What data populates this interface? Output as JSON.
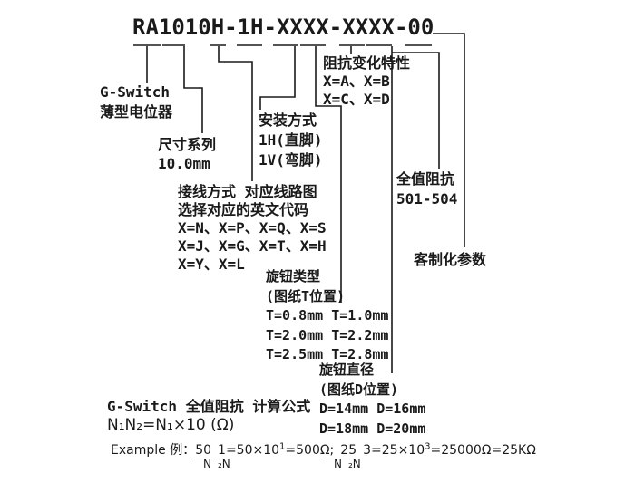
{
  "part_number": {
    "text": "RA1010H-1H-XXXX-XXXX-00"
  },
  "blocks": {
    "series": {
      "lines": [
        "G-Switch",
        "薄型电位器"
      ]
    },
    "size": {
      "lines": [
        "尺寸系列",
        "10.0mm"
      ]
    },
    "mounting": {
      "lines": [
        "安装方式",
        "1H(直脚)",
        "1V(弯脚)"
      ]
    },
    "impedance_characteristic": {
      "lines": [
        "阻抗变化特性",
        "X=A、X=B",
        "X=C、X=D"
      ]
    },
    "total_resistance": {
      "lines": [
        "全值阻抗",
        "501-504"
      ]
    },
    "customization": {
      "lines": [
        "客制化参数"
      ]
    },
    "wiring": {
      "lines": [
        "接线方式 对应线路图",
        "选择对应的英文代码",
        "X=N、X=P、X=Q、X=S",
        "X=J、X=G、X=T、X=H",
        "X=Y、X=L"
      ]
    },
    "knob_type": {
      "lines": [
        "旋钮类型",
        "(图纸T位置)",
        "T=0.8mm T=1.0mm",
        "T=2.0mm T=2.2mm",
        "T=2.5mm T=2.8mm"
      ]
    },
    "knob_diameter": {
      "lines": [
        "旋钮直径",
        "(图纸D位置)",
        "D=14mm D=16mm",
        "D=18mm D=20mm"
      ]
    },
    "formula": {
      "title": "G-Switch 全值阻抗 计算公式",
      "expression": "N₁N₂=N₁×10 (Ω)"
    }
  },
  "example": {
    "label": "Example 例：",
    "ex1": {
      "n1": "50",
      "n2": "1",
      "mid": "=50×10",
      "exp": "1",
      "after": "=500",
      "tail": "Ω;"
    },
    "ex2": {
      "n1": "25",
      "n2": "3",
      "mid": "=25×10",
      "exp": "3",
      "after": "=25000Ω=25KΩ"
    },
    "sub_labels": [
      "N",
      "₂N",
      "N",
      "₂N"
    ]
  },
  "colors": {
    "ink": "#1a1a1a",
    "background": "#ffffff"
  }
}
